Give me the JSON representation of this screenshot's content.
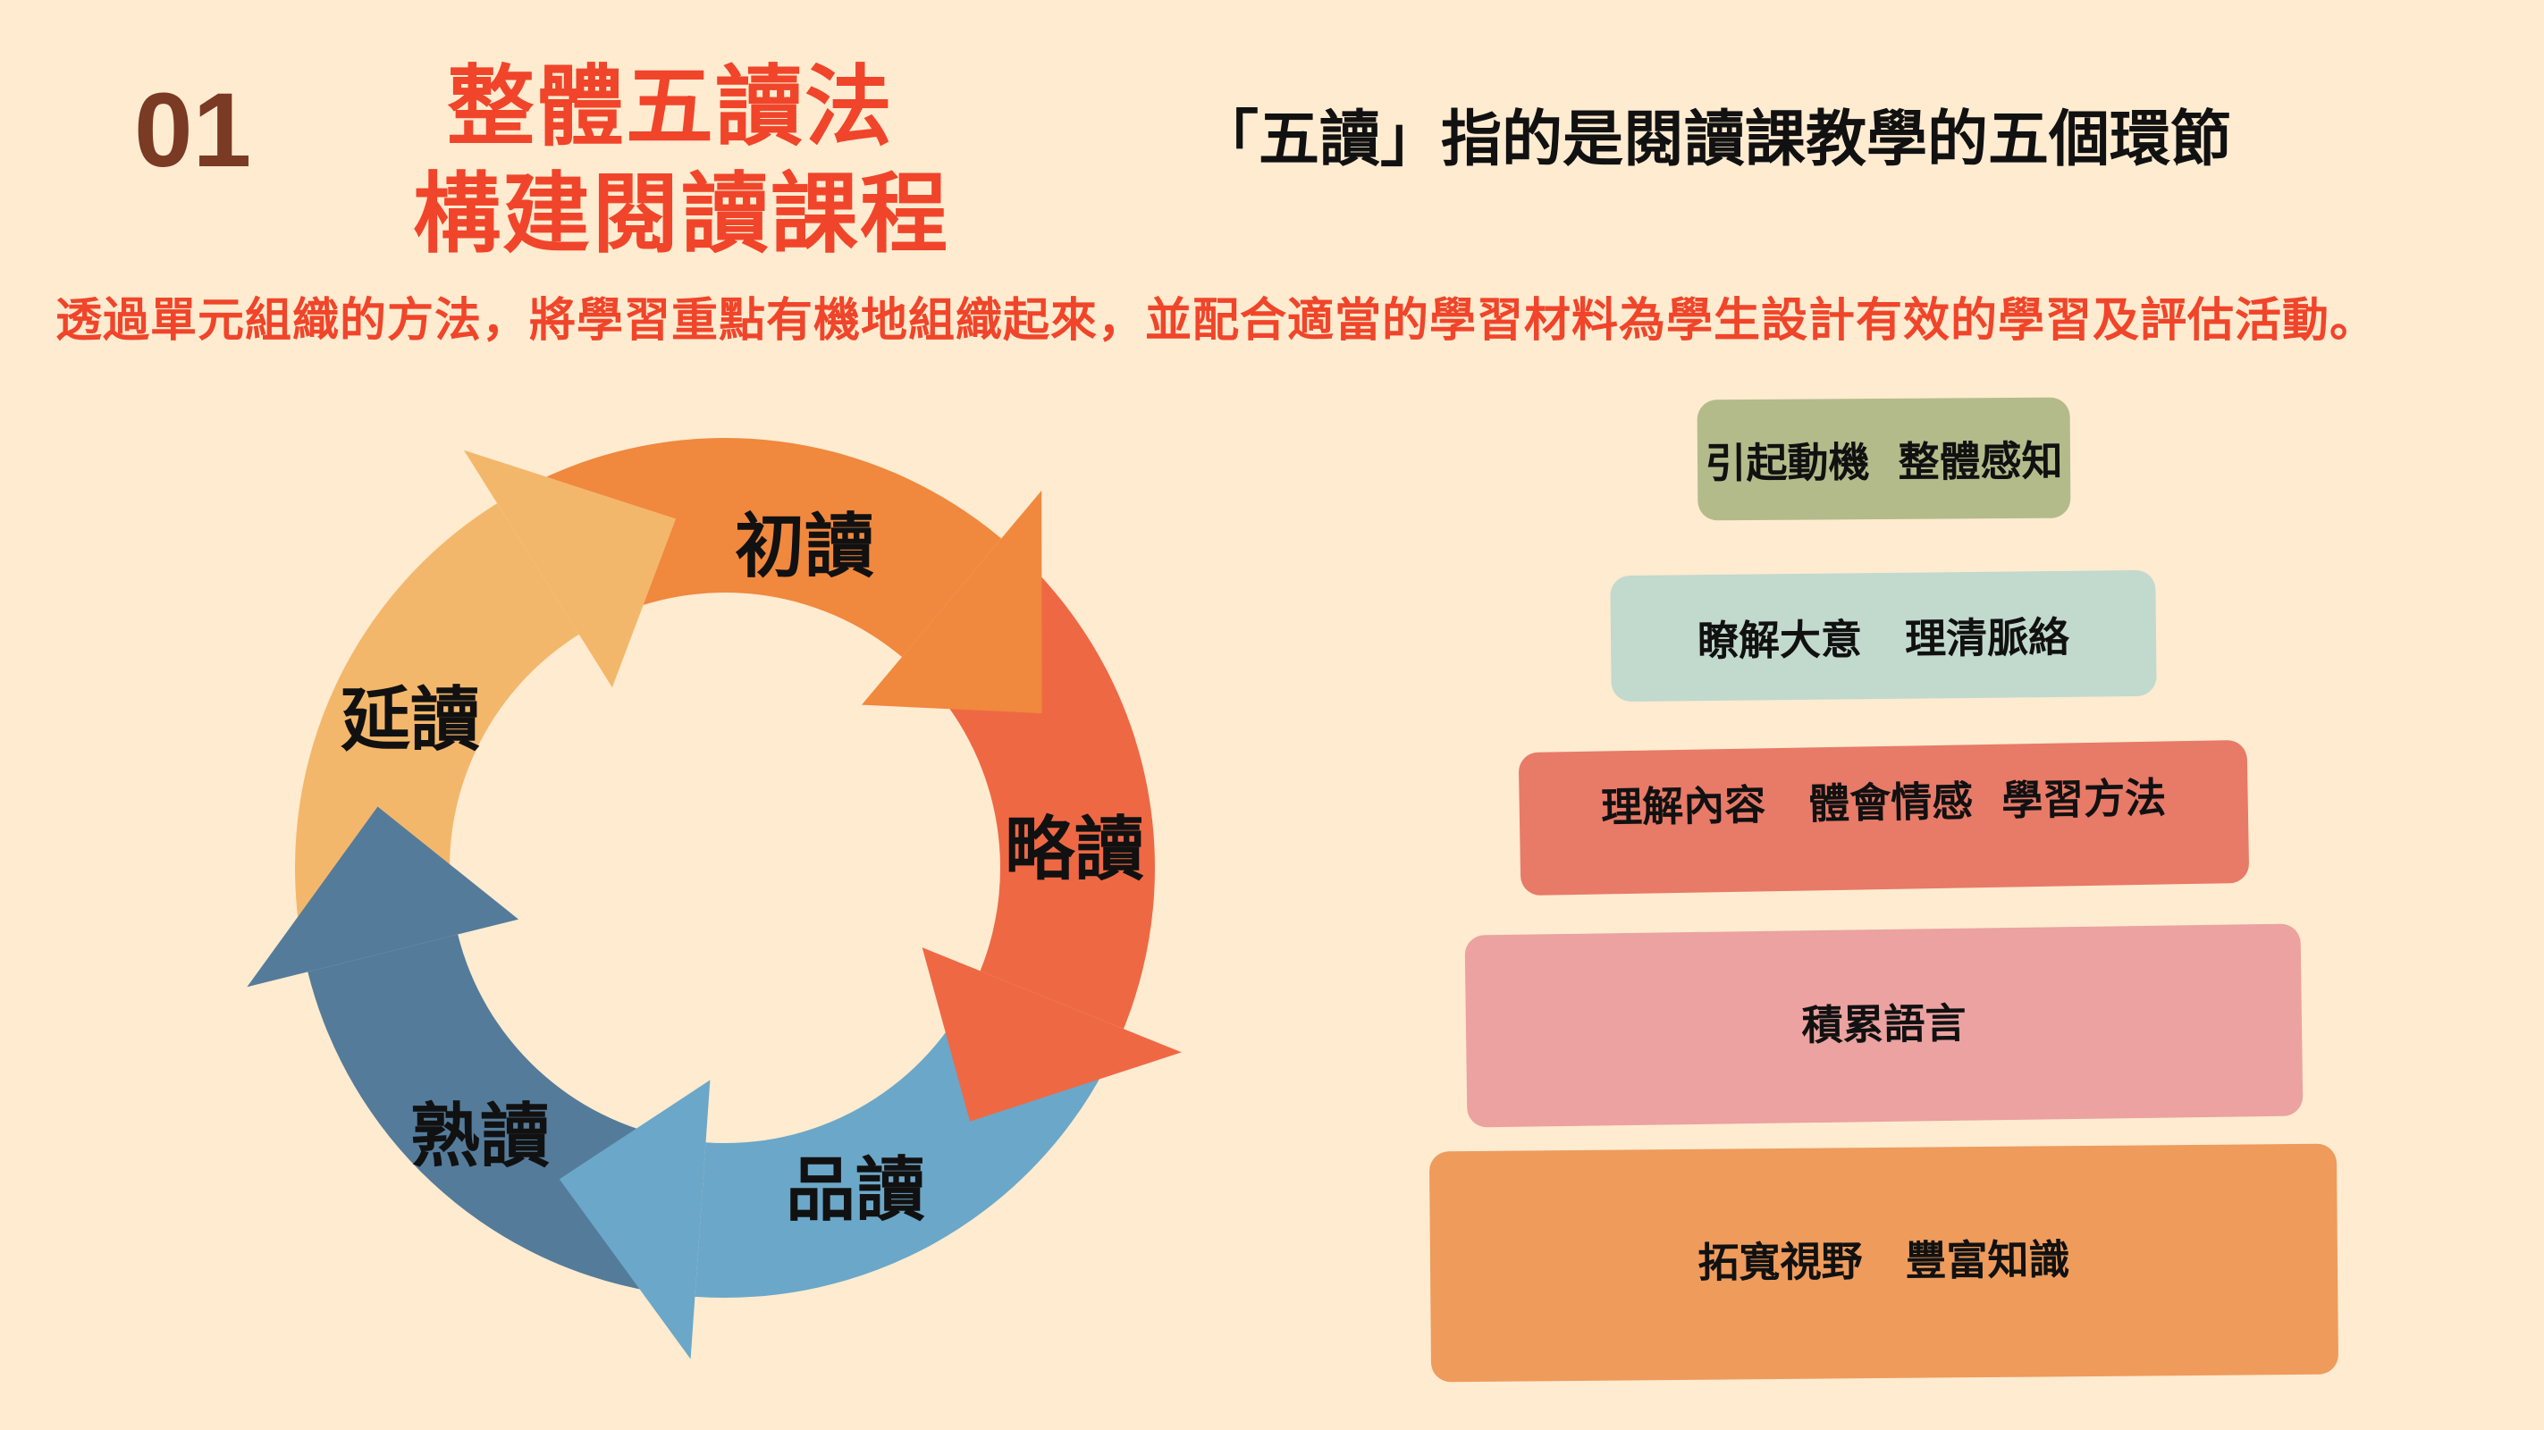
{
  "header": {
    "number": "01",
    "title_line1": "整體五讀法",
    "title_line2": "構建閱讀課程",
    "heading": "「五讀」指的是閱讀課教學的五個環節",
    "subtitle": "透過單元組織的方法，將學習重點有機地組織起來，並配合適當的學習材料為學生設計有效的學習及評估活動。"
  },
  "cycle": {
    "steps": [
      {
        "label": "初讀",
        "color": "#f0883e"
      },
      {
        "label": "略讀",
        "color": "#ef6844"
      },
      {
        "label": "品讀",
        "color": "#6ba7c8"
      },
      {
        "label": "熟讀",
        "color": "#547b9a"
      },
      {
        "label": "延讀",
        "color": "#f3b76b"
      }
    ]
  },
  "pyramid": {
    "levels": [
      {
        "text": "引起動機  整體感知",
        "color": "#b3bb8a"
      },
      {
        "text": "瞭解大意   理清脈絡",
        "color": "#c2d9ce"
      },
      {
        "text": "理解內容   體會情感  學習方法",
        "color": "#e87a68"
      },
      {
        "text": "積累語言",
        "color": "#eba2a0"
      },
      {
        "text": "拓寬視野   豐富知識",
        "color": "#ee9b5c"
      }
    ]
  }
}
